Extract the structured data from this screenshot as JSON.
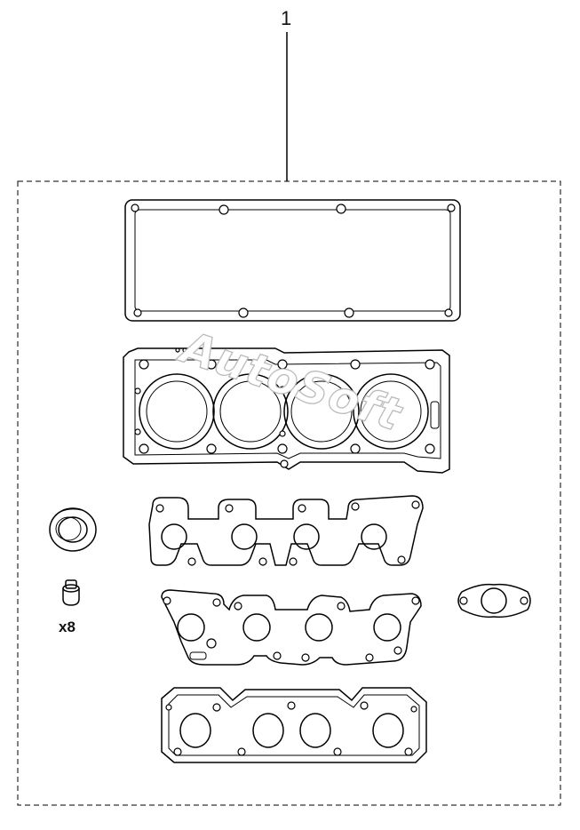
{
  "diagram": {
    "callout_number": "1",
    "valve_stem_seal_quantity": "x8",
    "watermark": "AutoSoft"
  },
  "parts": [
    "valve-cover-gasket",
    "cylinder-head-gasket",
    "intake-manifold-gasket",
    "exhaust-manifold-gasket",
    "manifold-flange-gasket",
    "oil-seal",
    "valve-stem-seal",
    "small-flange-gasket"
  ]
}
